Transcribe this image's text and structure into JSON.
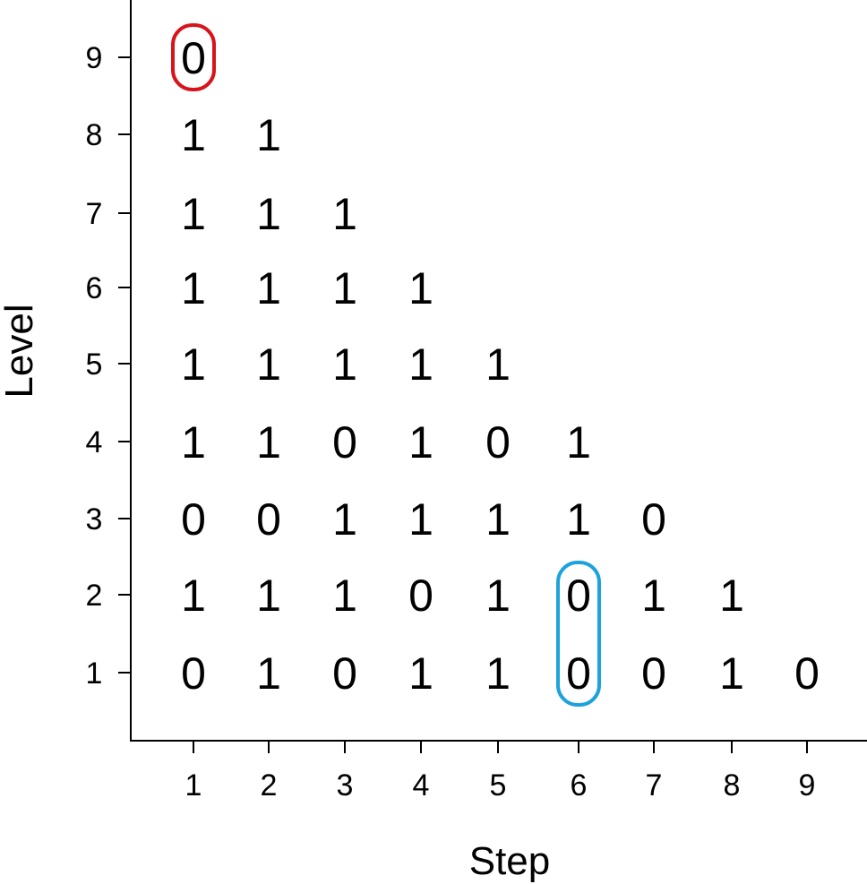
{
  "chart_data": {
    "type": "table",
    "xlabel": "Step",
    "ylabel": "Level",
    "x_ticks": [
      "1",
      "2",
      "3",
      "4",
      "5",
      "6",
      "7",
      "8",
      "9"
    ],
    "y_ticks": [
      "1",
      "2",
      "3",
      "4",
      "5",
      "6",
      "7",
      "8",
      "9"
    ],
    "grid": false,
    "rows": [
      {
        "level": 9,
        "values": [
          "0"
        ]
      },
      {
        "level": 8,
        "values": [
          "1",
          "1"
        ]
      },
      {
        "level": 7,
        "values": [
          "1",
          "1",
          "1"
        ]
      },
      {
        "level": 6,
        "values": [
          "1",
          "1",
          "1",
          "1"
        ]
      },
      {
        "level": 5,
        "values": [
          "1",
          "1",
          "1",
          "1",
          "1"
        ]
      },
      {
        "level": 4,
        "values": [
          "1",
          "1",
          "0",
          "1",
          "0",
          "1"
        ]
      },
      {
        "level": 3,
        "values": [
          "0",
          "0",
          "1",
          "1",
          "1",
          "1",
          "0"
        ]
      },
      {
        "level": 2,
        "values": [
          "1",
          "1",
          "1",
          "0",
          "1",
          "0",
          "1",
          "1"
        ]
      },
      {
        "level": 1,
        "values": [
          "0",
          "1",
          "0",
          "1",
          "1",
          "0",
          "0",
          "1",
          "0"
        ]
      }
    ],
    "highlights": [
      {
        "step_from": 1,
        "step_to": 1,
        "level_from": 9,
        "level_to": 9,
        "color": "#d7141c"
      },
      {
        "step_from": 6,
        "step_to": 6,
        "level_from": 1,
        "level_to": 2,
        "color": "#1ea2dc"
      }
    ]
  }
}
